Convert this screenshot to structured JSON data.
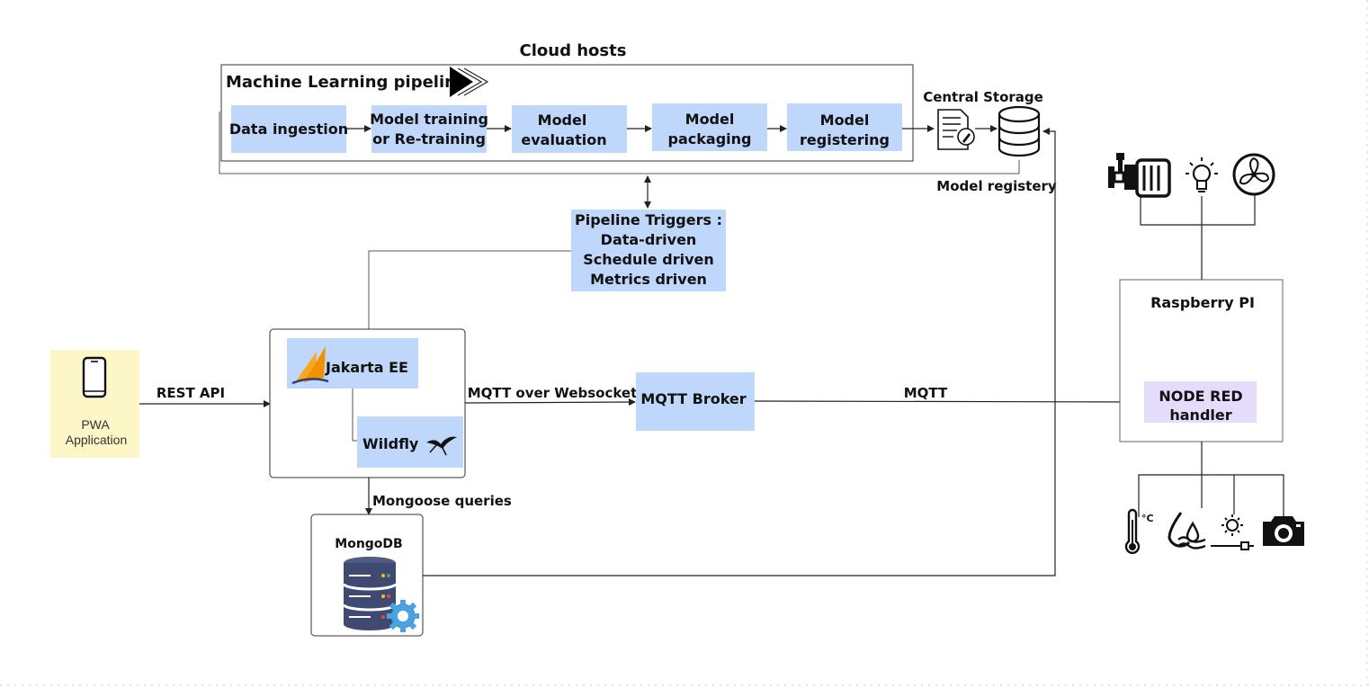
{
  "cloud_title": "Cloud hosts",
  "pipeline_title": "Machine Learning pipeline",
  "stages": [
    "Data ingestion",
    [
      "Model training",
      "or Re-training"
    ],
    [
      "Model",
      "evaluation"
    ],
    [
      "Model",
      "packaging"
    ],
    [
      "Model",
      "registering"
    ]
  ],
  "central_storage": "Central Storage",
  "model_registry": "Model registery",
  "triggers": [
    "Pipeline Triggers :",
    "Data-driven",
    "Schedule driven",
    "Metrics driven"
  ],
  "pwa": [
    "PWA",
    "Application"
  ],
  "rest_api": "REST API",
  "jakarta": "Jakarta EE",
  "wildfly": "Wildfly",
  "mqtt_ws": "MQTT over Websocket",
  "broker": "MQTT Broker",
  "mqtt": "MQTT",
  "raspberry": "Raspberry PI",
  "node_red": [
    "NODE RED",
    "handler"
  ],
  "mongoose": "Mongoose queries",
  "mongodb": "MongoDB",
  "temp_unit": "°C"
}
